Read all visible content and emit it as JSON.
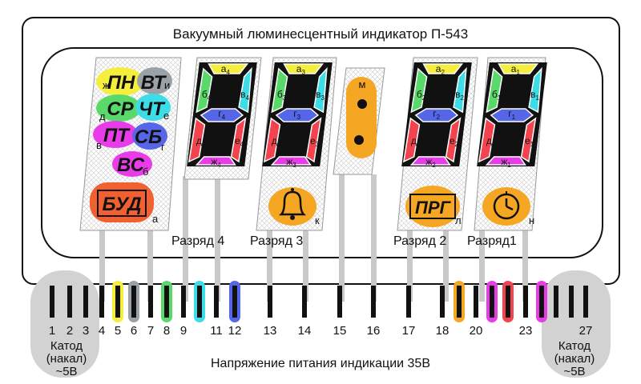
{
  "title": "Вакуумный люминесцентный индикатор П-543",
  "footer": "Напряжение питания индикации 35В",
  "cathode_left": [
    "Катод",
    "(накал)",
    "~5В"
  ],
  "cathode_right": [
    "Катод",
    "(накал)",
    "~5В"
  ],
  "digit_labels": [
    "Разряд 4",
    "Разряд 3",
    "Разряд 2",
    "Разряд1"
  ],
  "pin_numbers": [
    "1",
    "2",
    "3",
    "4",
    "5",
    "6",
    "7",
    "8",
    "9",
    "11",
    "12",
    "13",
    "14",
    "15",
    "16",
    "17",
    "18",
    "20",
    "23",
    "27"
  ],
  "days": {
    "pn": "ПН",
    "vt": "ВТ",
    "sr": "СР",
    "cht": "ЧТ",
    "pt": "ПТ",
    "sb": "СБ",
    "vs": "ВС",
    "bud": "БУД",
    "letters": [
      "ж",
      "и",
      "д",
      "е",
      "в",
      "г",
      "б",
      "а"
    ]
  },
  "digits": [
    {
      "segs": [
        "а",
        "б",
        "в",
        "г",
        "д",
        "е",
        "ж"
      ],
      "sub": "4",
      "icon": "",
      "icon_letter": ""
    },
    {
      "segs": [
        "а",
        "б",
        "в",
        "г",
        "д",
        "е",
        "ж"
      ],
      "sub": "3",
      "icon": "bell-icon",
      "icon_letter": "к"
    },
    {
      "segs": [
        "а",
        "б",
        "в",
        "г",
        "д",
        "е",
        "ж"
      ],
      "sub": "2",
      "icon": "ПРГ",
      "icon_letter": "л"
    },
    {
      "segs": [
        "а",
        "б",
        "в",
        "г",
        "д",
        "е",
        "ж"
      ],
      "sub": "1",
      "icon": "clock-icon",
      "icon_letter": "н"
    }
  ],
  "colon_letter": "м",
  "colors": {
    "yellow": "#f5ee3c",
    "cyan": "#3ddde8",
    "green": "#59d96a",
    "blue": "#5566e8",
    "red": "#f2434f",
    "magenta": "#e83ce8",
    "orange": "#f5a623",
    "gray": "#9aa2a8",
    "ghost": "#c8c8c8"
  }
}
